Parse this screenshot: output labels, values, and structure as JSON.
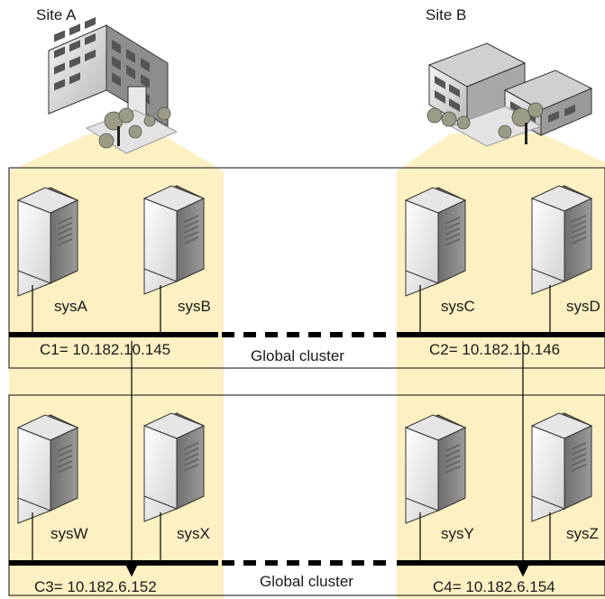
{
  "sites": {
    "site_a": "Site A",
    "site_b": "Site B"
  },
  "top_cluster": {
    "servers": [
      "sysA",
      "sysB",
      "sysC",
      "sysD"
    ],
    "c1": "C1= 10.182.10.145",
    "c2": "C2=  10.182.10.146",
    "link_label": "Global cluster"
  },
  "bottom_cluster": {
    "servers": [
      "sysW",
      "sysX",
      "sysY",
      "sysZ"
    ],
    "c3": "C3=  10.182.6.152",
    "c4": "C4=  10.182.6.154",
    "link_label": "Global cluster"
  },
  "colors": {
    "site_zone": "#fdf0c2",
    "line": "#000000",
    "server_body": "#c8c8c8",
    "server_face": "#f2f2f2"
  },
  "icons": [
    "building-icon",
    "server-icon"
  ]
}
